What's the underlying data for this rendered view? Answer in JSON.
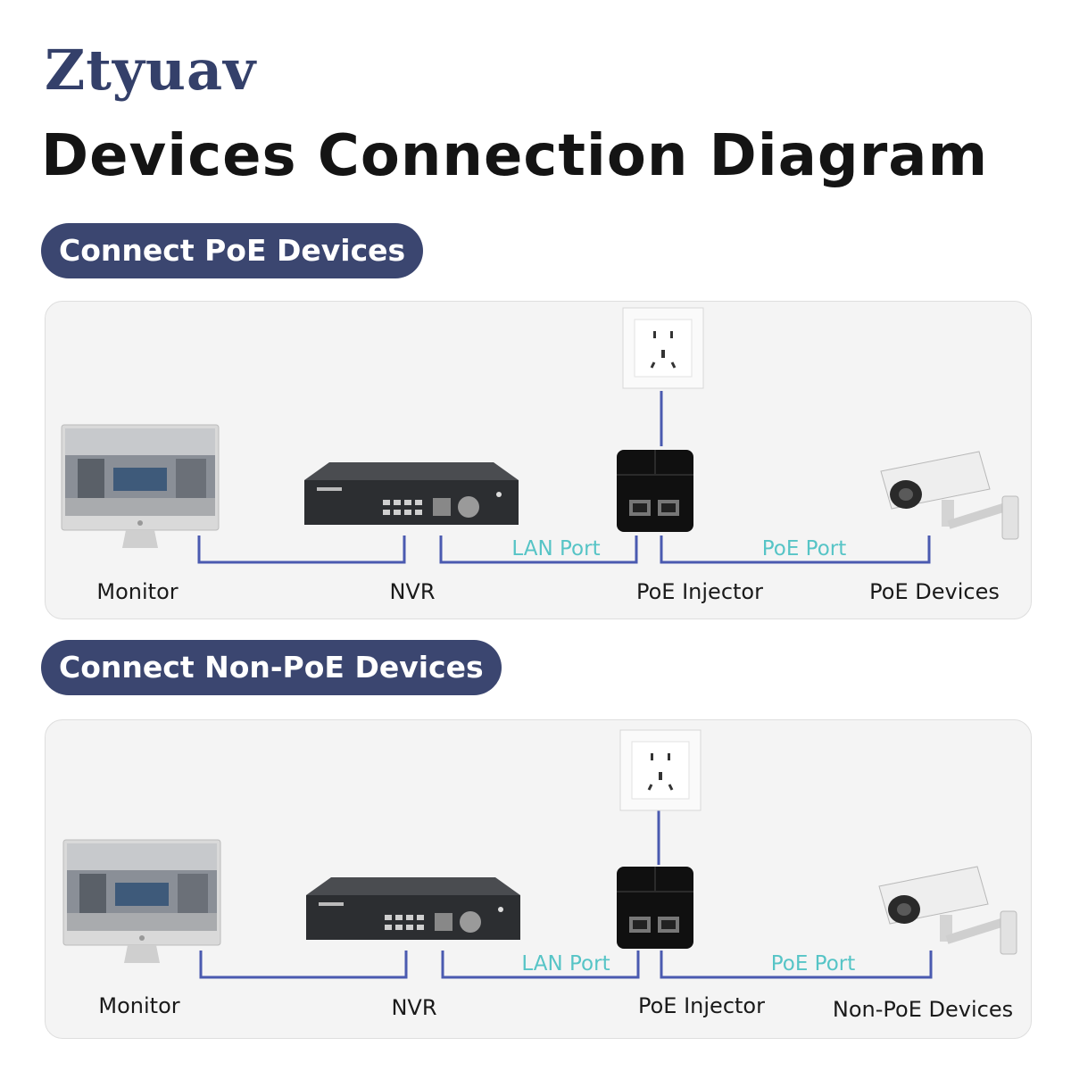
{
  "brand": "Ztyuav",
  "title": "Devices Connection Diagram",
  "sections": [
    {
      "heading": "Connect PoE Devices",
      "labels": {
        "monitor": "Monitor",
        "nvr": "NVR",
        "injector": "PoE Injector",
        "device": "PoE Devices"
      },
      "ports": {
        "lan": "LAN Port",
        "poe": "PoE Port"
      }
    },
    {
      "heading": "Connect Non-PoE Devices",
      "labels": {
        "monitor": "Monitor",
        "nvr": "NVR",
        "injector": "PoE Injector",
        "device": "Non-PoE Devices"
      },
      "ports": {
        "lan": "LAN Port",
        "poe": "PoE Port"
      }
    }
  ],
  "colors": {
    "accent": "#3b4670",
    "cable": "#4a5ab0",
    "port_label": "#56c4c6"
  }
}
